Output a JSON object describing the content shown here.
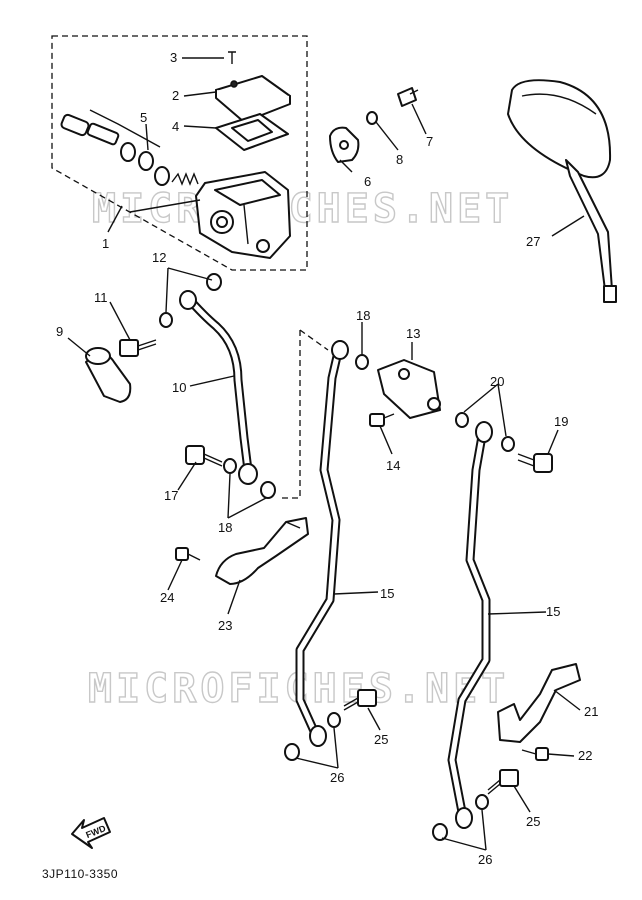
{
  "watermark": {
    "text": "MICROFICHES.NET"
  },
  "diagram_code": "3JP110-3350",
  "direction_marker": {
    "label": "FWD"
  },
  "callouts": [
    {
      "id": "c1",
      "label": "1"
    },
    {
      "id": "c2",
      "label": "2"
    },
    {
      "id": "c3",
      "label": "3"
    },
    {
      "id": "c4",
      "label": "4"
    },
    {
      "id": "c5",
      "label": "5"
    },
    {
      "id": "c6",
      "label": "6"
    },
    {
      "id": "c7",
      "label": "7"
    },
    {
      "id": "c8",
      "label": "8"
    },
    {
      "id": "c9",
      "label": "9"
    },
    {
      "id": "c10",
      "label": "10"
    },
    {
      "id": "c11",
      "label": "11"
    },
    {
      "id": "c12",
      "label": "12"
    },
    {
      "id": "c13",
      "label": "13"
    },
    {
      "id": "c14",
      "label": "14"
    },
    {
      "id": "c15a",
      "label": "15"
    },
    {
      "id": "c15b",
      "label": "15"
    },
    {
      "id": "c17",
      "label": "17"
    },
    {
      "id": "c18a",
      "label": "18"
    },
    {
      "id": "c18b",
      "label": "18"
    },
    {
      "id": "c19",
      "label": "19"
    },
    {
      "id": "c20",
      "label": "20"
    },
    {
      "id": "c21",
      "label": "21"
    },
    {
      "id": "c22",
      "label": "22"
    },
    {
      "id": "c23",
      "label": "23"
    },
    {
      "id": "c24",
      "label": "24"
    },
    {
      "id": "c25a",
      "label": "25"
    },
    {
      "id": "c25b",
      "label": "25"
    },
    {
      "id": "c26a",
      "label": "26"
    },
    {
      "id": "c26b",
      "label": "26"
    },
    {
      "id": "c27",
      "label": "27"
    }
  ]
}
